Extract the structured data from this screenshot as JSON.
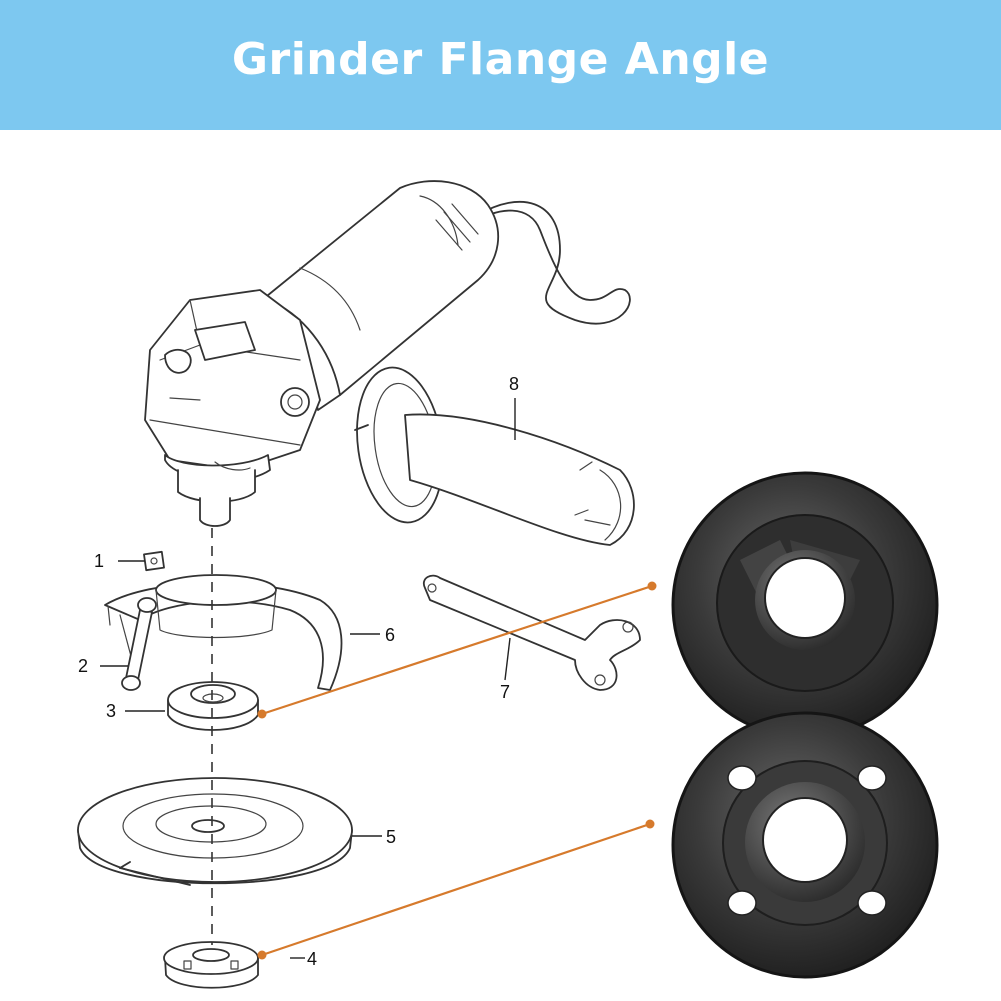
{
  "banner": {
    "title": "Grinder Flange Angle"
  },
  "colors": {
    "banner_bg": "#7dc8f0",
    "banner_text": "#ffffff",
    "leader": "#d67a2c",
    "flange_dark": "#2b2b2b"
  },
  "callouts": {
    "c1": "1",
    "c2": "2",
    "c3": "3",
    "c4": "4",
    "c5": "5",
    "c6": "6",
    "c7": "7",
    "c8": "8"
  }
}
